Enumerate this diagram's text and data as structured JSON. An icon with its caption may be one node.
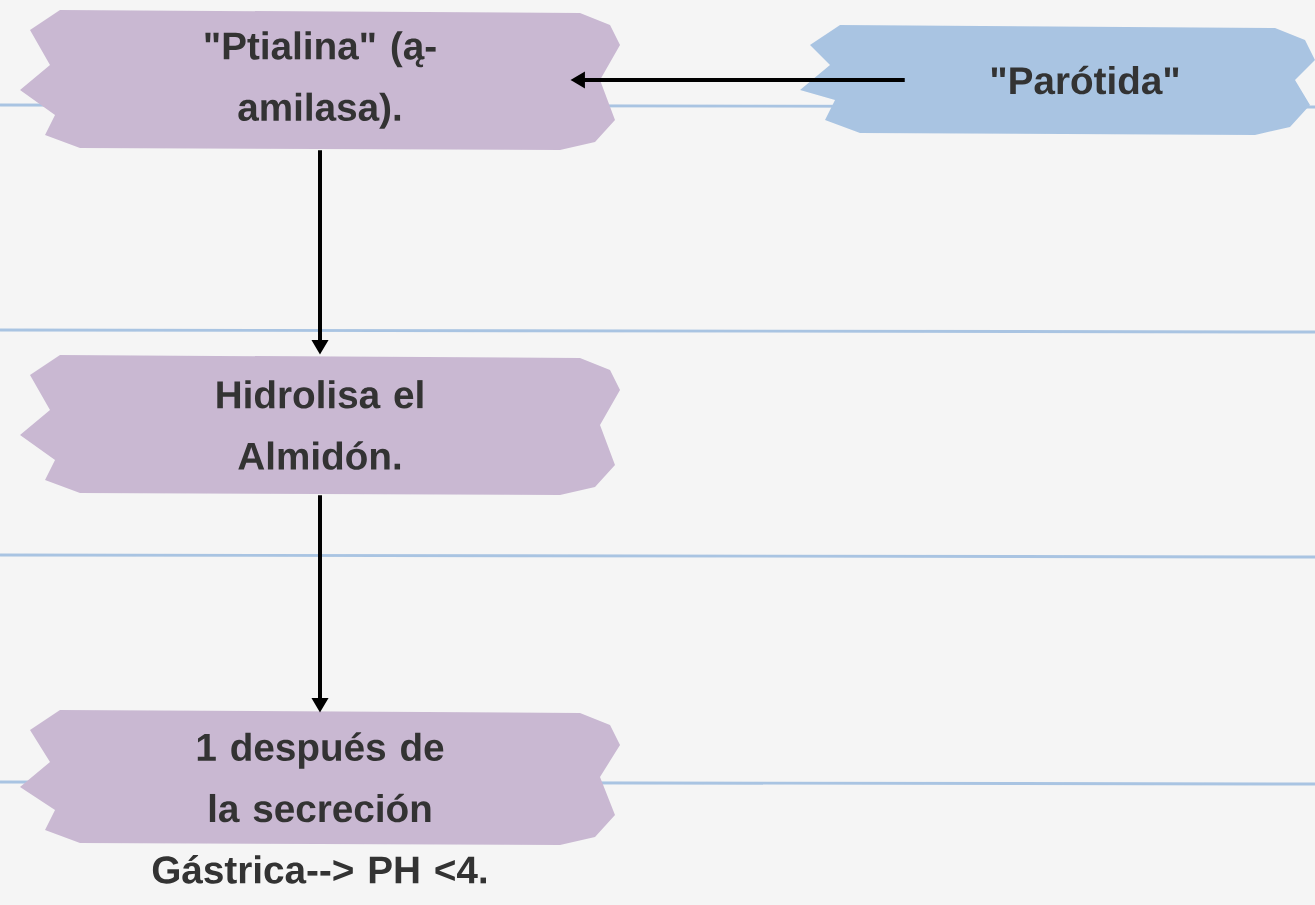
{
  "diagram": {
    "nodes": [
      {
        "text": [
          "\"Ptialina\" (ą-amilasa)."
        ]
      },
      {
        "text": [
          "\"Parótida\""
        ]
      },
      {
        "text": [
          "Hidrolisa el Almidón."
        ]
      },
      {
        "text": [
          "1 después de la secreción Gástrica--> PH <4."
        ]
      }
    ],
    "edges": [
      {
        "from": 1,
        "to": 0,
        "arrow": "to"
      },
      {
        "from": 0,
        "to": 2,
        "arrow": "to"
      },
      {
        "from": 2,
        "to": 3,
        "arrow": "to"
      }
    ]
  }
}
